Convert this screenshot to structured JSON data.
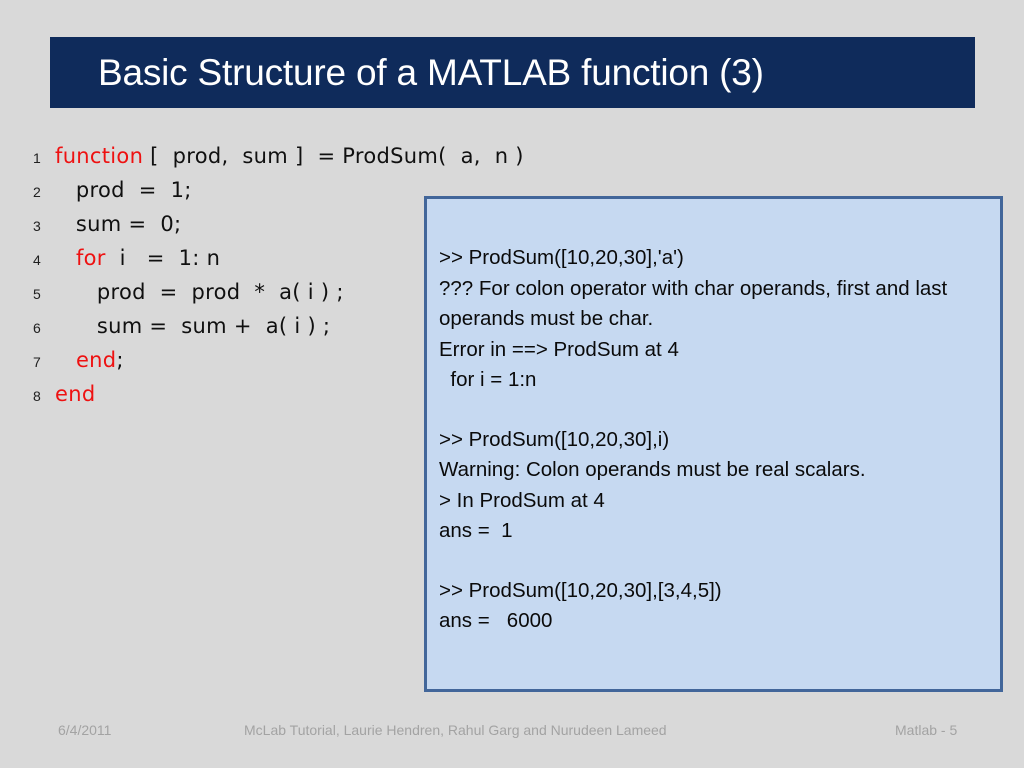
{
  "slide": {
    "title": "Basic Structure of a MATLAB function (3)",
    "background_color": "#d9d9d9",
    "title_bar_color": "#0f2b5b",
    "title_text_color": "#ffffff"
  },
  "code": {
    "keyword_color": "#ee1111",
    "text_color": "#101010",
    "lines": [
      {
        "number": "1",
        "segments": [
          {
            "text": "function",
            "keyword": true
          },
          {
            "text": " [  prod,  sum ]  = ProdSum(  a,  n )",
            "keyword": false
          }
        ]
      },
      {
        "number": "2",
        "segments": [
          {
            "text": "   prod  =  1;",
            "keyword": false
          }
        ]
      },
      {
        "number": "3",
        "segments": [
          {
            "text": "   sum =  0;",
            "keyword": false
          }
        ]
      },
      {
        "number": "4",
        "segments": [
          {
            "text": "   ",
            "keyword": false
          },
          {
            "text": "for",
            "keyword": true
          },
          {
            "text": "  i   =  1: n",
            "keyword": false
          }
        ]
      },
      {
        "number": "5",
        "segments": [
          {
            "text": "      prod  =  prod  *  a( i ) ;",
            "keyword": false
          }
        ]
      },
      {
        "number": "6",
        "segments": [
          {
            "text": "      sum =  sum +  a( i ) ;",
            "keyword": false
          }
        ]
      },
      {
        "number": "7",
        "segments": [
          {
            "text": "   ",
            "keyword": false
          },
          {
            "text": "end",
            "keyword": true
          },
          {
            "text": ";",
            "keyword": false
          }
        ]
      },
      {
        "number": "8",
        "segments": [
          {
            "text": "end",
            "keyword": true
          }
        ]
      }
    ]
  },
  "console": {
    "background_color": "#c6d9f1",
    "border_color": "#42669a",
    "text_color": "#0a0a0a",
    "blocks": [
      {
        "lines": [
          ">> ProdSum([10,20,30],'a')",
          "??? For colon operator with char operands, first and last operands must be char.",
          "Error in ==> ProdSum at 4",
          "  for i = 1:n"
        ]
      },
      {
        "lines": [
          ">> ProdSum([10,20,30],i)",
          "Warning: Colon operands must be real scalars.",
          "> In ProdSum at 4",
          "ans =  1"
        ]
      },
      {
        "lines": [
          ">> ProdSum([10,20,30],[3,4,5])",
          "ans =   6000"
        ]
      }
    ]
  },
  "footer": {
    "date": "6/4/2011",
    "center": "McLab Tutorial,  Laurie Hendren, Rahul Garg and Nurudeen Lameed",
    "page": "Matlab - 5",
    "text_color": "#a3a3a3"
  }
}
